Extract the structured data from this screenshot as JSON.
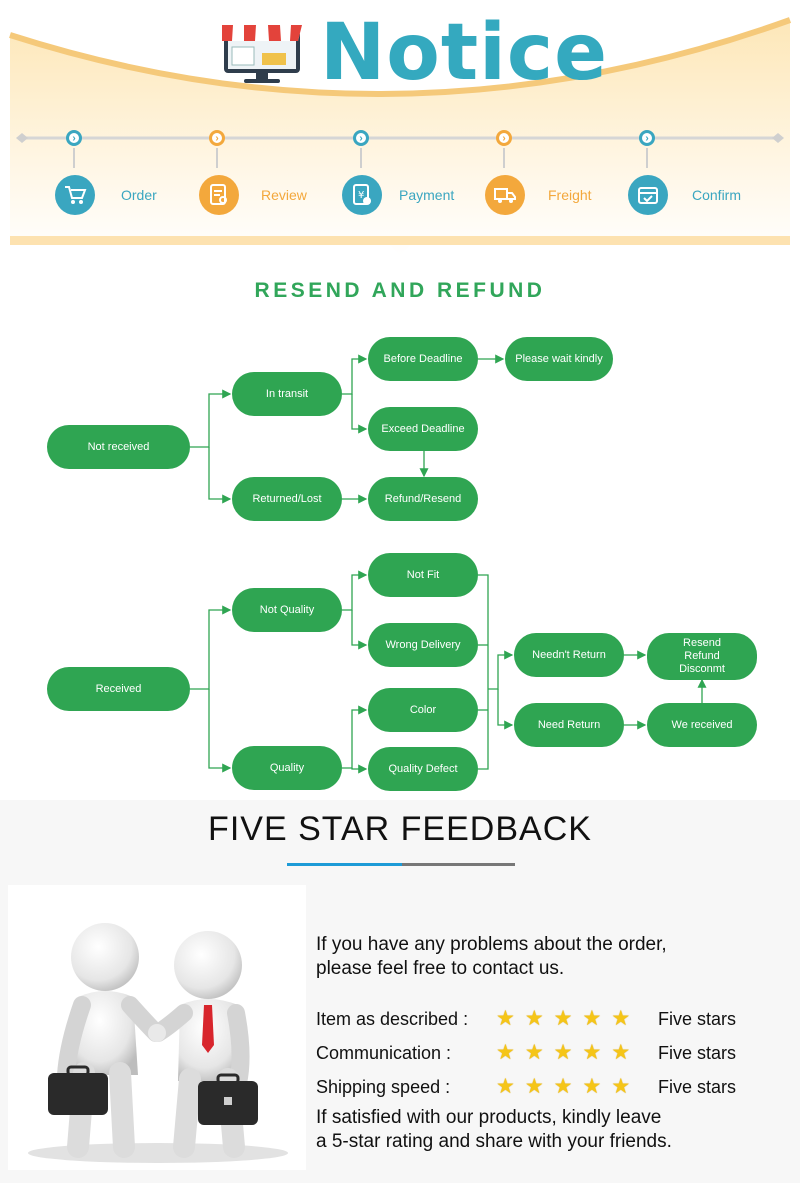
{
  "notice": {
    "title": "Notice",
    "steps": [
      {
        "label": "Order",
        "icon": "cart-icon",
        "color": "#3aa6c0"
      },
      {
        "label": "Review",
        "icon": "review-document-icon",
        "color": "#f3a83c"
      },
      {
        "label": "Payment",
        "icon": "payment-icon",
        "color": "#3aa6c0"
      },
      {
        "label": "Freight",
        "icon": "delivery-truck-icon",
        "color": "#f3a83c"
      },
      {
        "label": "Confirm",
        "icon": "confirm-box-icon",
        "color": "#3aa6c0"
      }
    ]
  },
  "flowchart": {
    "title": "RESEND AND REFUND",
    "color": "#2fa552",
    "nodes": {
      "not_received": "Not received",
      "in_transit": "In transit",
      "returned_lost": "Returned/Lost",
      "before_deadline": "Before Deadline",
      "please_wait": "Please wait kindly",
      "exceed_deadline": "Exceed Deadline",
      "refund_resend": "Refund/Resend",
      "received": "Received",
      "not_quality": "Not Quality",
      "quality": "Quality",
      "not_fit": "Not Fit",
      "wrong_delivery": "Wrong Delivery",
      "color": "Color",
      "quality_defect": "Quality Defect",
      "neednt_return": "Needn't Return",
      "need_return": "Need Return",
      "resend_line1": "Resend",
      "resend_line2": "Refund",
      "resend_line3": "Disconmt",
      "we_received": "We received"
    }
  },
  "feedback": {
    "title": "FIVE STAR FEEDBACK",
    "underline_colors": [
      "#1d9bd7",
      "#777777"
    ],
    "intro_line1": "If you have any problems about the order,",
    "intro_line2": "please feel free to contact us.",
    "ratings": [
      {
        "label": "Item as described :",
        "stars": 5,
        "value": "Five stars"
      },
      {
        "label": "Communication :",
        "stars": 5,
        "value": "Five stars"
      },
      {
        "label": "Shipping speed :",
        "stars": 5,
        "value": "Five stars"
      }
    ],
    "outro_line1": "If satisfied with our products, kindly leave",
    "outro_line2": "a 5-star rating and share with your friends."
  }
}
